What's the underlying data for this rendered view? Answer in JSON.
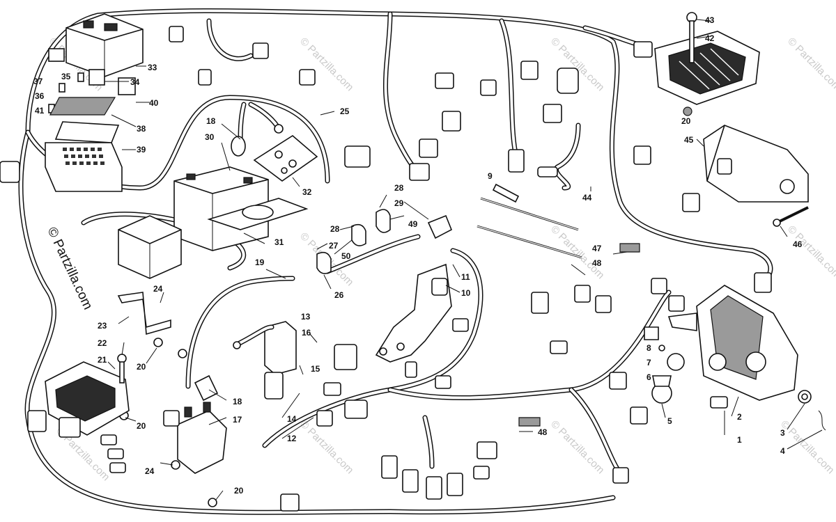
{
  "brand": {
    "watermark_text": "© Partzilla.com",
    "side_text": "© Partzilla.com"
  },
  "callouts": [
    {
      "id": "c1",
      "label": "1"
    },
    {
      "id": "c2",
      "label": "2"
    },
    {
      "id": "c3",
      "label": "3"
    },
    {
      "id": "c4",
      "label": "4"
    },
    {
      "id": "c5",
      "label": "5"
    },
    {
      "id": "c6",
      "label": "6"
    },
    {
      "id": "c7",
      "label": "7"
    },
    {
      "id": "c8",
      "label": "8"
    },
    {
      "id": "c9",
      "label": "9"
    },
    {
      "id": "c10",
      "label": "10"
    },
    {
      "id": "c11",
      "label": "11"
    },
    {
      "id": "c12",
      "label": "12"
    },
    {
      "id": "c13",
      "label": "13"
    },
    {
      "id": "c14",
      "label": "14"
    },
    {
      "id": "c15",
      "label": "15"
    },
    {
      "id": "c16",
      "label": "16"
    },
    {
      "id": "c17",
      "label": "17"
    },
    {
      "id": "c18a",
      "label": "18"
    },
    {
      "id": "c18b",
      "label": "18"
    },
    {
      "id": "c19",
      "label": "19"
    },
    {
      "id": "c20a",
      "label": "20"
    },
    {
      "id": "c20b",
      "label": "20"
    },
    {
      "id": "c20c",
      "label": "20"
    },
    {
      "id": "c20d",
      "label": "20"
    },
    {
      "id": "c21",
      "label": "21"
    },
    {
      "id": "c22",
      "label": "22"
    },
    {
      "id": "c23",
      "label": "23"
    },
    {
      "id": "c24a",
      "label": "24"
    },
    {
      "id": "c24b",
      "label": "24"
    },
    {
      "id": "c25",
      "label": "25"
    },
    {
      "id": "c26",
      "label": "26"
    },
    {
      "id": "c27",
      "label": "27"
    },
    {
      "id": "c28a",
      "label": "28"
    },
    {
      "id": "c28b",
      "label": "28"
    },
    {
      "id": "c29",
      "label": "29"
    },
    {
      "id": "c30",
      "label": "30"
    },
    {
      "id": "c31",
      "label": "31"
    },
    {
      "id": "c32",
      "label": "32"
    },
    {
      "id": "c33",
      "label": "33"
    },
    {
      "id": "c34",
      "label": "34"
    },
    {
      "id": "c35",
      "label": "35"
    },
    {
      "id": "c36",
      "label": "36"
    },
    {
      "id": "c37",
      "label": "37"
    },
    {
      "id": "c38",
      "label": "38"
    },
    {
      "id": "c39",
      "label": "39"
    },
    {
      "id": "c40",
      "label": "40"
    },
    {
      "id": "c41",
      "label": "41"
    },
    {
      "id": "c42",
      "label": "42"
    },
    {
      "id": "c43",
      "label": "43"
    },
    {
      "id": "c44",
      "label": "44"
    },
    {
      "id": "c45",
      "label": "45"
    },
    {
      "id": "c46",
      "label": "46"
    },
    {
      "id": "c47",
      "label": "47"
    },
    {
      "id": "c48a",
      "label": "48"
    },
    {
      "id": "c48b",
      "label": "48"
    },
    {
      "id": "c49",
      "label": "49"
    },
    {
      "id": "c50",
      "label": "50"
    }
  ]
}
